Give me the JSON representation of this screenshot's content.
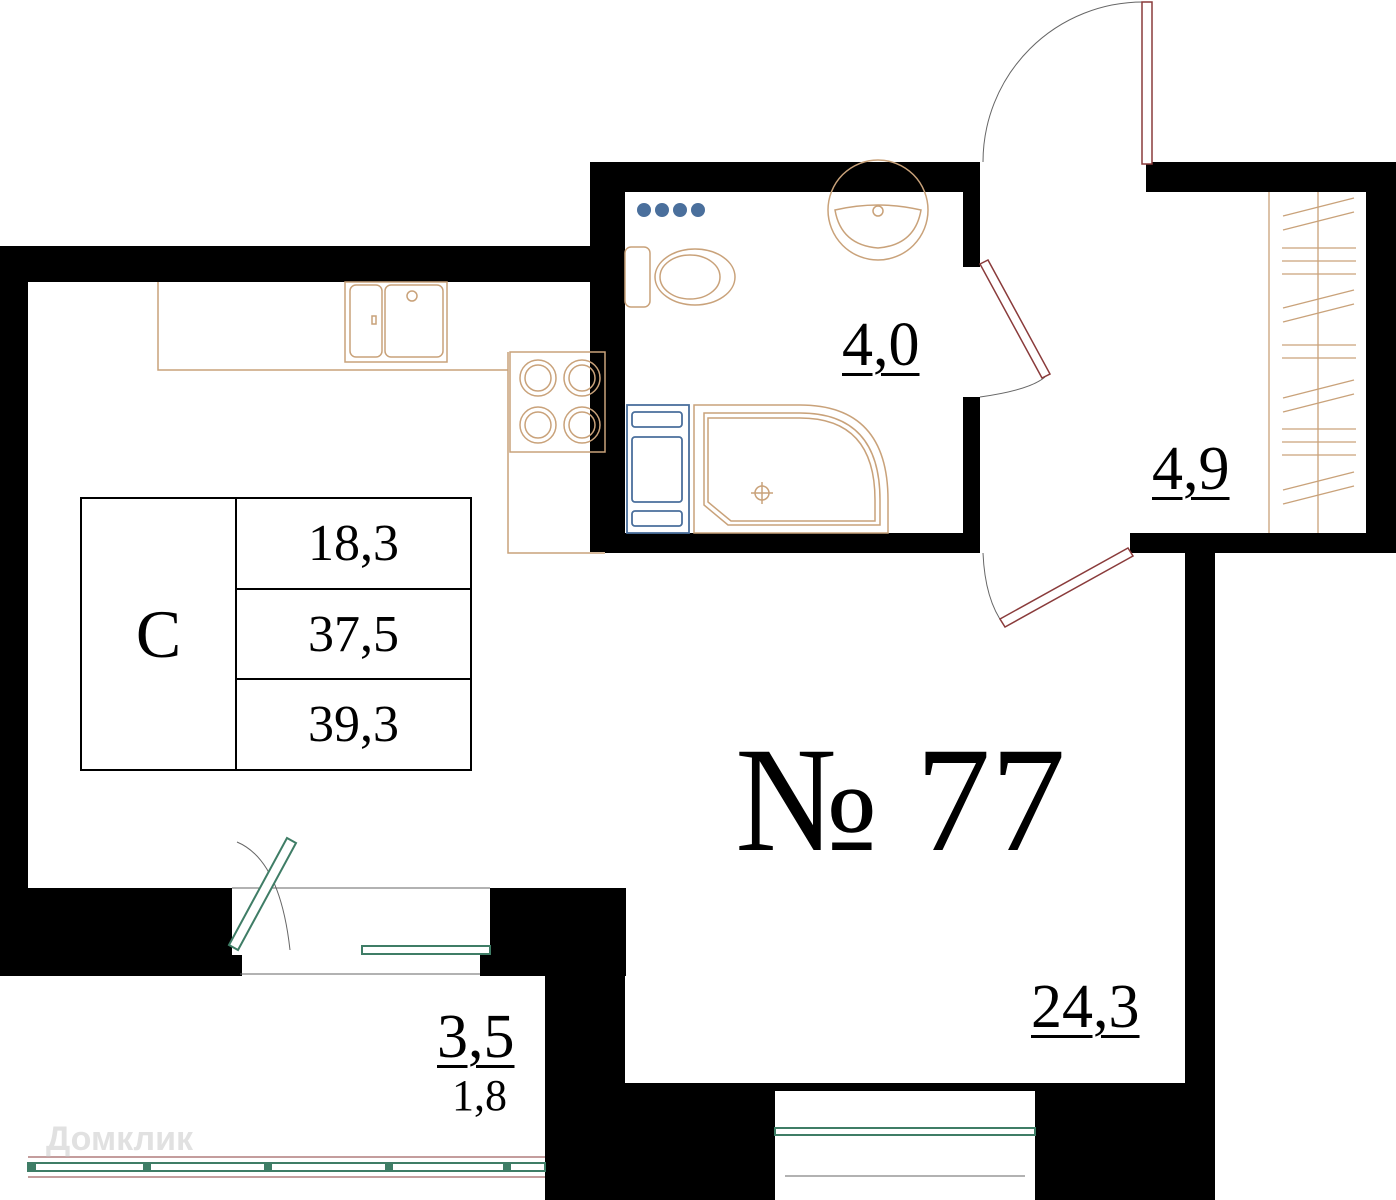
{
  "apartment": {
    "number_label": "№ 77",
    "type_letter": "С"
  },
  "summary_table": {
    "type": "С",
    "living_area": "18,3",
    "total_area": "37,5",
    "total_with_balcony": "39,3"
  },
  "rooms": {
    "bathroom": {
      "area": "4,0"
    },
    "hallway": {
      "area": "4,9"
    },
    "main_room": {
      "area": "24,3"
    },
    "balcony": {
      "area": "3,5",
      "reduced_area": "1,8"
    }
  },
  "watermark": "Домклик",
  "colors": {
    "wall": "#000000",
    "fixture": "#c9a27a",
    "plumbing_blue": "#4a6f9c",
    "window_green": "#3f7d66",
    "door_red": "#8a3b3b"
  }
}
